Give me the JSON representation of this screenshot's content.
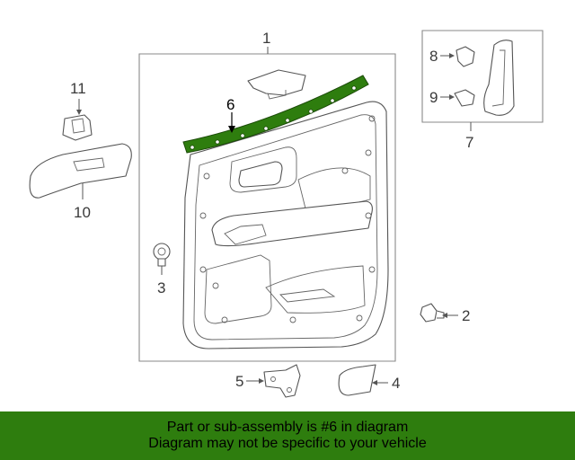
{
  "callouts": {
    "c1": "1",
    "c2": "2",
    "c3": "3",
    "c4": "4",
    "c5": "5",
    "c6": "6",
    "c7": "7",
    "c8": "8",
    "c9": "9",
    "c10": "10",
    "c11": "11"
  },
  "highlight": {
    "part": "6",
    "color": "#2e7d0e"
  },
  "banner": {
    "line1": "Part or sub-assembly is #6 in diagram",
    "line2": "Diagram may not be specific to your vehicle",
    "background": "#2e7d0e"
  }
}
